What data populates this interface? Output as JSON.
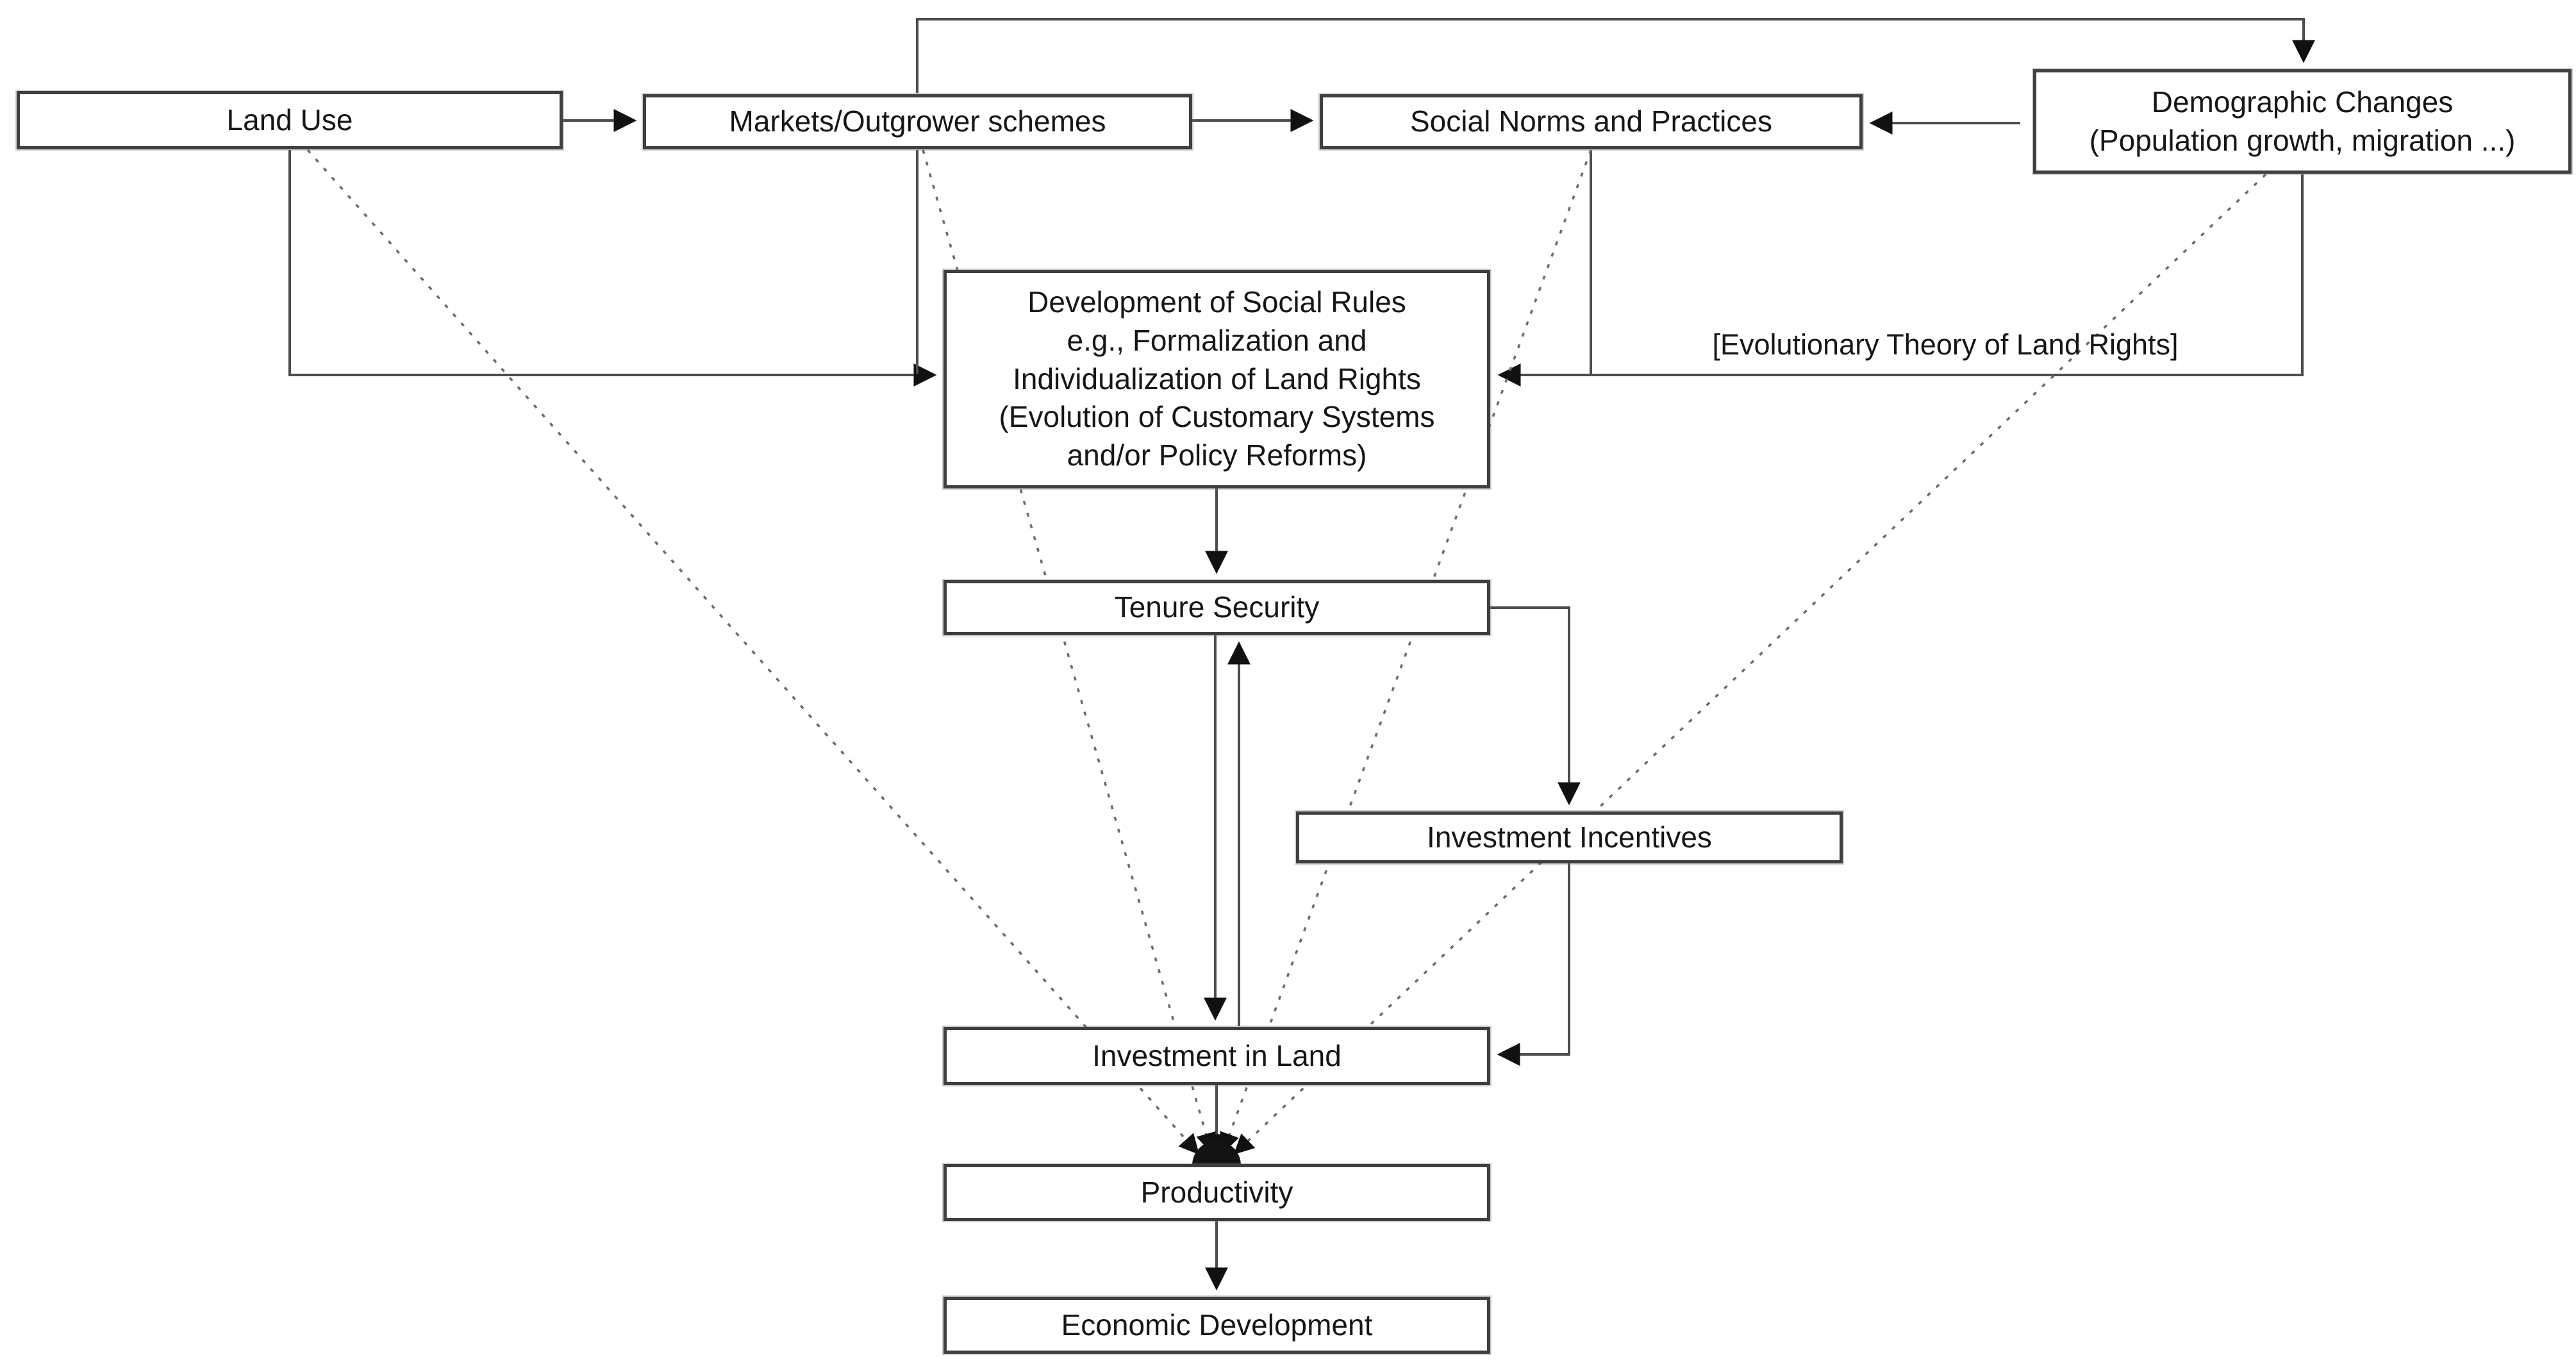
{
  "diagram": {
    "nodes": {
      "land_use": {
        "label": "Land Use"
      },
      "markets": {
        "label": "Markets/Outgrower schemes"
      },
      "social_norms": {
        "label": "Social Norms and Practices"
      },
      "demographic": {
        "label": "Demographic Changes\n(Population growth, migration ...)"
      },
      "social_rules": {
        "label": "Development of Social Rules\ne.g., Formalization and\nIndividualization of Land Rights\n(Evolution of Customary Systems\nand/or Policy Reforms)"
      },
      "tenure": {
        "label": "Tenure Security"
      },
      "incentives": {
        "label": "Investment Incentives"
      },
      "investment": {
        "label": "Investment in Land"
      },
      "productivity": {
        "label": "Productivity"
      },
      "economic": {
        "label": "Economic Development"
      }
    },
    "annotations": {
      "evolutionary_theory": "[Evolutionary Theory of Land Rights]"
    },
    "edges": [
      {
        "from": "Land Use",
        "to": "Markets/Outgrower schemes",
        "style": "solid"
      },
      {
        "from": "Markets/Outgrower schemes",
        "to": "Social Norms and Practices",
        "style": "solid"
      },
      {
        "from": "Demographic Changes",
        "to": "Social Norms and Practices",
        "style": "solid"
      },
      {
        "from": "Markets/Outgrower schemes",
        "to": "Demographic Changes",
        "style": "solid"
      },
      {
        "from": "Land Use",
        "to": "Development of Social Rules",
        "style": "solid"
      },
      {
        "from": "Markets/Outgrower schemes",
        "to": "Development of Social Rules",
        "style": "solid"
      },
      {
        "from": "Social Norms and Practices",
        "to": "Development of Social Rules",
        "style": "solid"
      },
      {
        "from": "Demographic Changes",
        "to": "Development of Social Rules",
        "style": "solid",
        "label": "[Evolutionary Theory of Land Rights]"
      },
      {
        "from": "Development of Social Rules",
        "to": "Tenure Security",
        "style": "solid"
      },
      {
        "from": "Tenure Security",
        "to": "Investment in Land",
        "style": "solid"
      },
      {
        "from": "Investment in Land",
        "to": "Tenure Security",
        "style": "solid"
      },
      {
        "from": "Tenure Security",
        "to": "Investment Incentives",
        "style": "solid"
      },
      {
        "from": "Investment Incentives",
        "to": "Investment in Land",
        "style": "solid"
      },
      {
        "from": "Investment in Land",
        "to": "Productivity",
        "style": "solid"
      },
      {
        "from": "Productivity",
        "to": "Economic Development",
        "style": "solid"
      },
      {
        "from": "Land Use",
        "to": "Productivity",
        "style": "dashed"
      },
      {
        "from": "Markets/Outgrower schemes",
        "to": "Productivity",
        "style": "dashed"
      },
      {
        "from": "Social Norms and Practices",
        "to": "Productivity",
        "style": "dashed"
      },
      {
        "from": "Demographic Changes",
        "to": "Productivity",
        "style": "dashed"
      }
    ],
    "colors": {
      "background": "#ffffff",
      "box_border": "#3f3f3f",
      "solid_line": "#4d4d4d",
      "dashed_line": "#6b6b6b",
      "arrowhead": "#111111",
      "text": "#161616"
    }
  }
}
